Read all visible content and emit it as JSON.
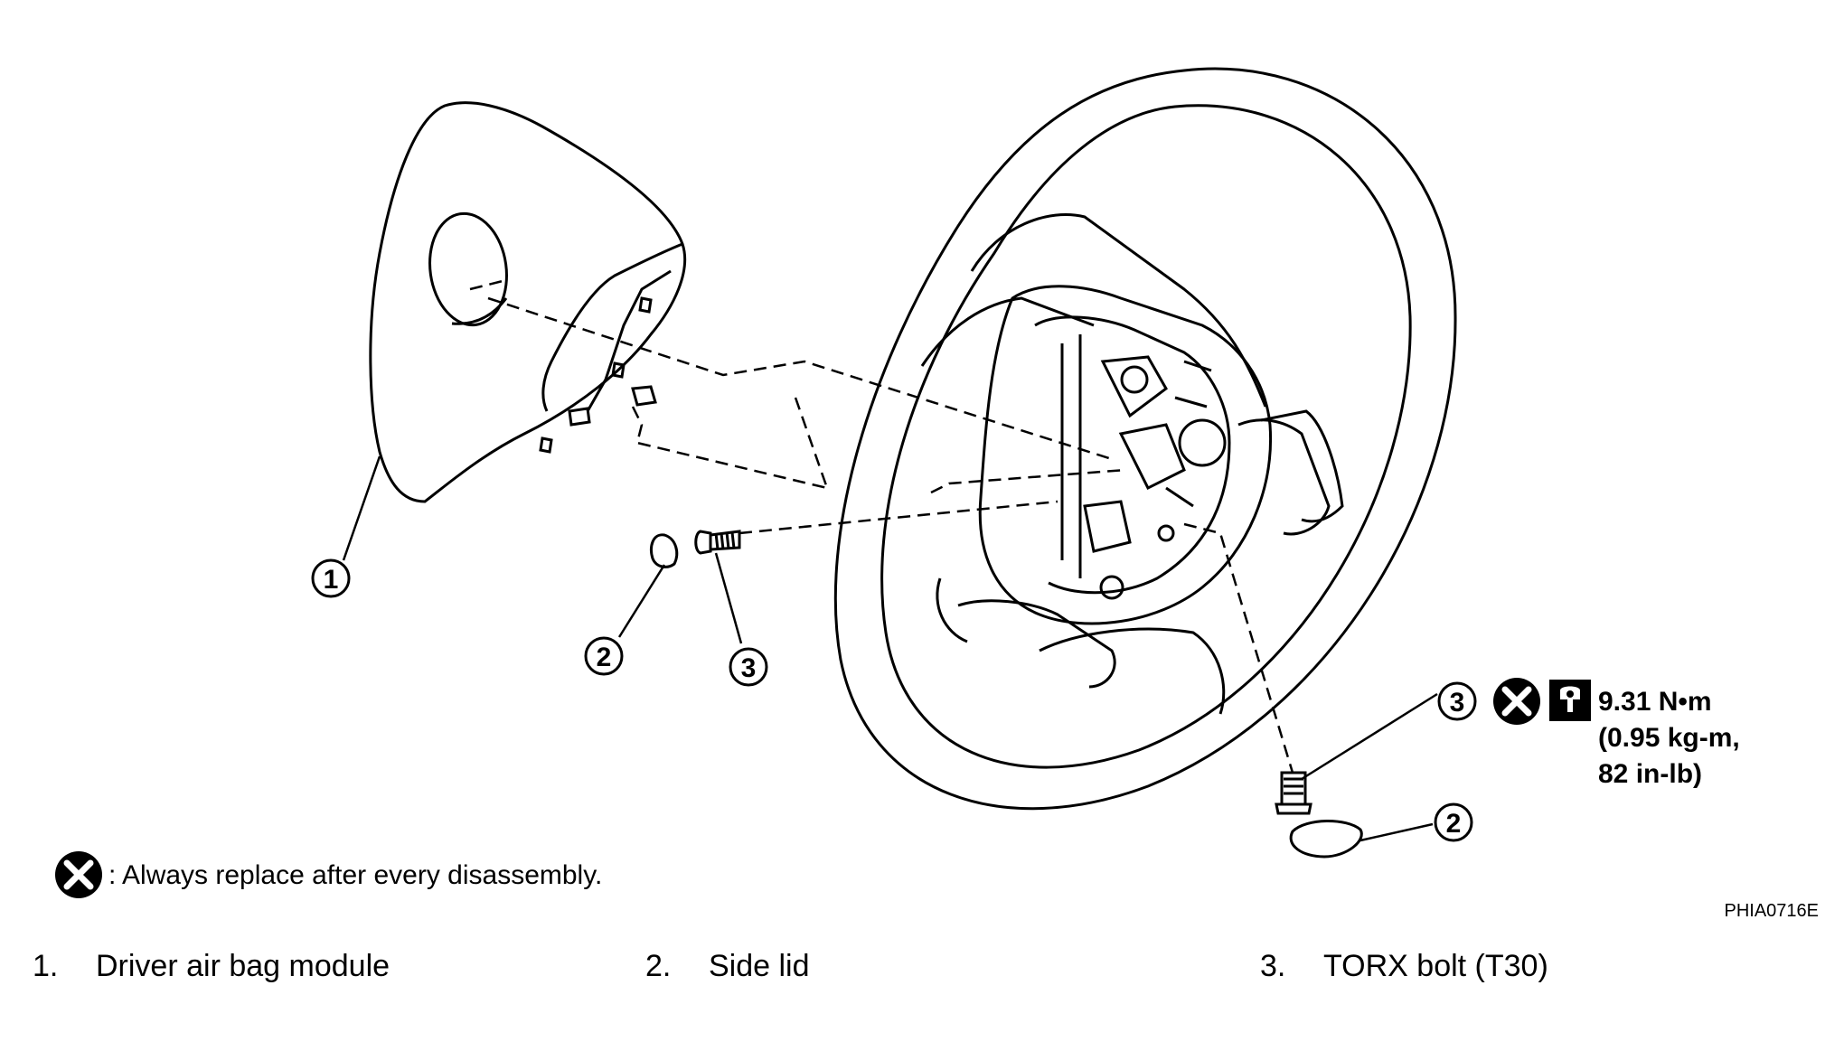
{
  "figure": {
    "callouts": {
      "one": "1",
      "two": "2",
      "three": "3"
    },
    "torque": {
      "line1": "9.31 N•m",
      "line2": "(0.95 kg-m,",
      "line3": "82 in-lb)"
    },
    "legend_text": ": Always replace after every disassembly.",
    "figure_id": "PHIA0716E"
  },
  "parts": [
    {
      "num": "1.",
      "label": "Driver air bag module"
    },
    {
      "num": "2.",
      "label": "Side lid"
    },
    {
      "num": "3.",
      "label": "TORX bolt (T30)"
    }
  ],
  "icons": [
    "replace-x-icon",
    "torque-wrench-icon"
  ]
}
